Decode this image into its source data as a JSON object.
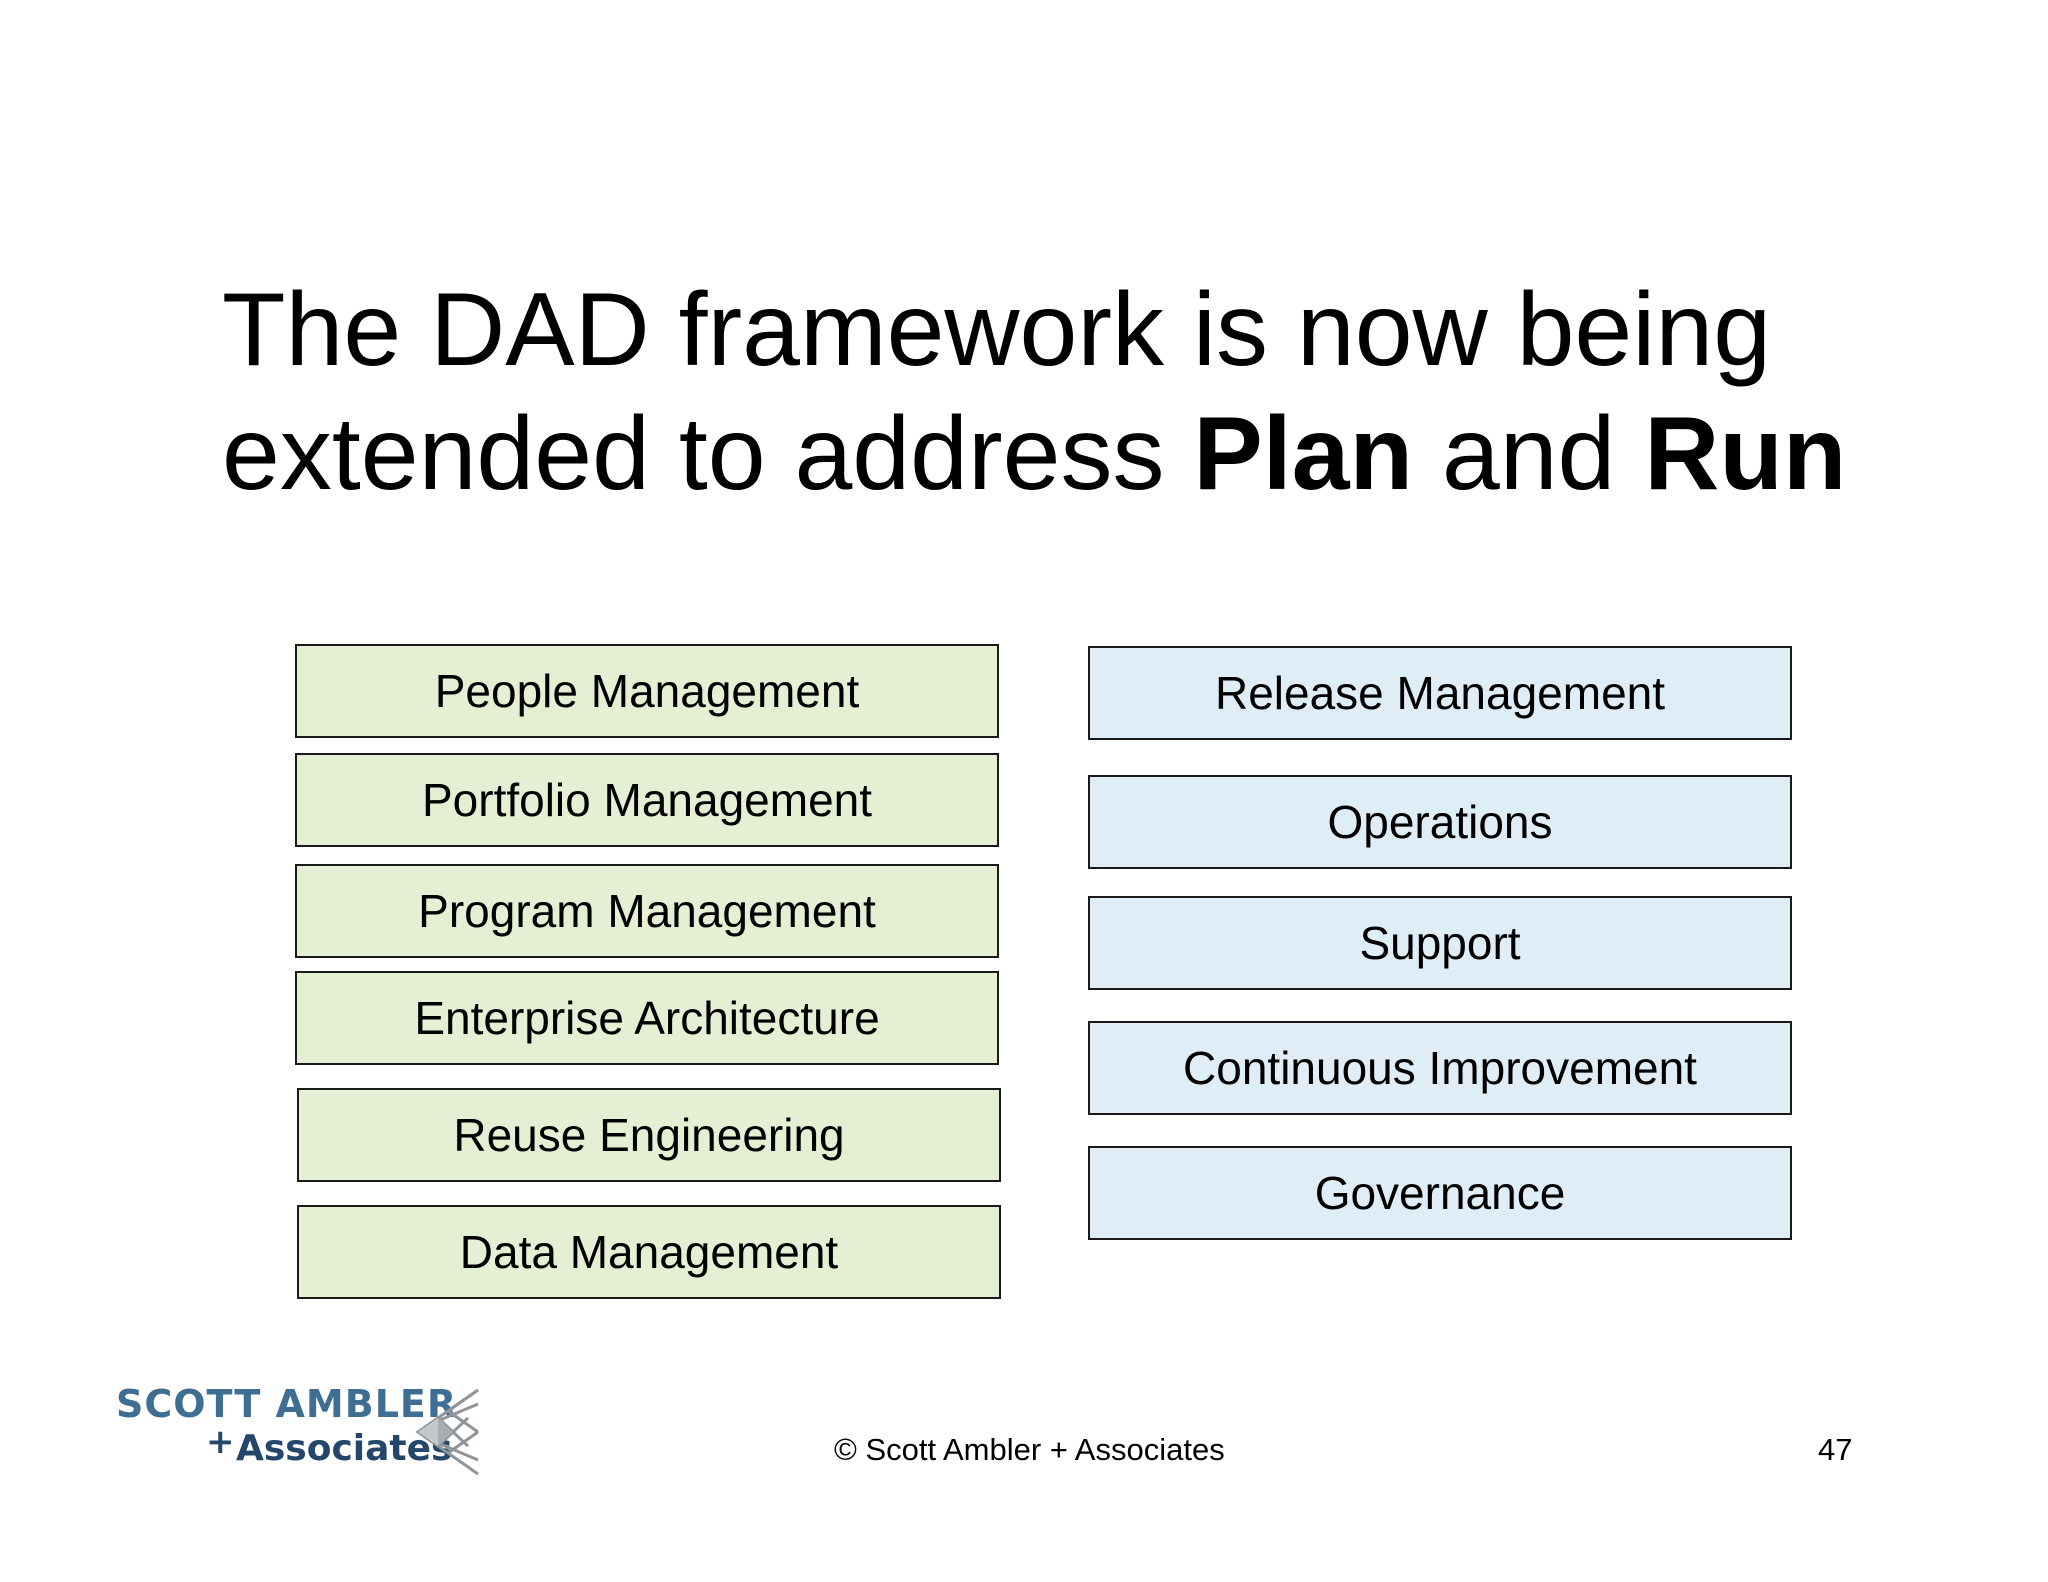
{
  "slide": {
    "title": {
      "line1": "The DAD framework is now being",
      "line2_prefix": "extended to address ",
      "line2_bold1": "Plan",
      "line2_middle": " and ",
      "line2_bold2": "Run"
    },
    "plan_items": [
      "People Management",
      "Portfolio Management",
      "Program Management",
      "Enterprise Architecture",
      "Reuse Engineering",
      "Data Management"
    ],
    "run_items": [
      "Release Management",
      "Operations",
      "Support",
      "Continuous Improvement",
      "Governance"
    ],
    "colors": {
      "plan_fill": "#e4efd4",
      "run_fill": "#deedf6",
      "logo_blue": "#3e6f93",
      "logo_navy": "#24466b"
    }
  },
  "footer": {
    "logo": {
      "line1": "SCOTT AMBLER",
      "plus": "+",
      "line2": "Associates",
      "mark_icon": "diamond-lattice-icon"
    },
    "copyright": "© Scott Ambler + Associates",
    "page_number": "47"
  }
}
